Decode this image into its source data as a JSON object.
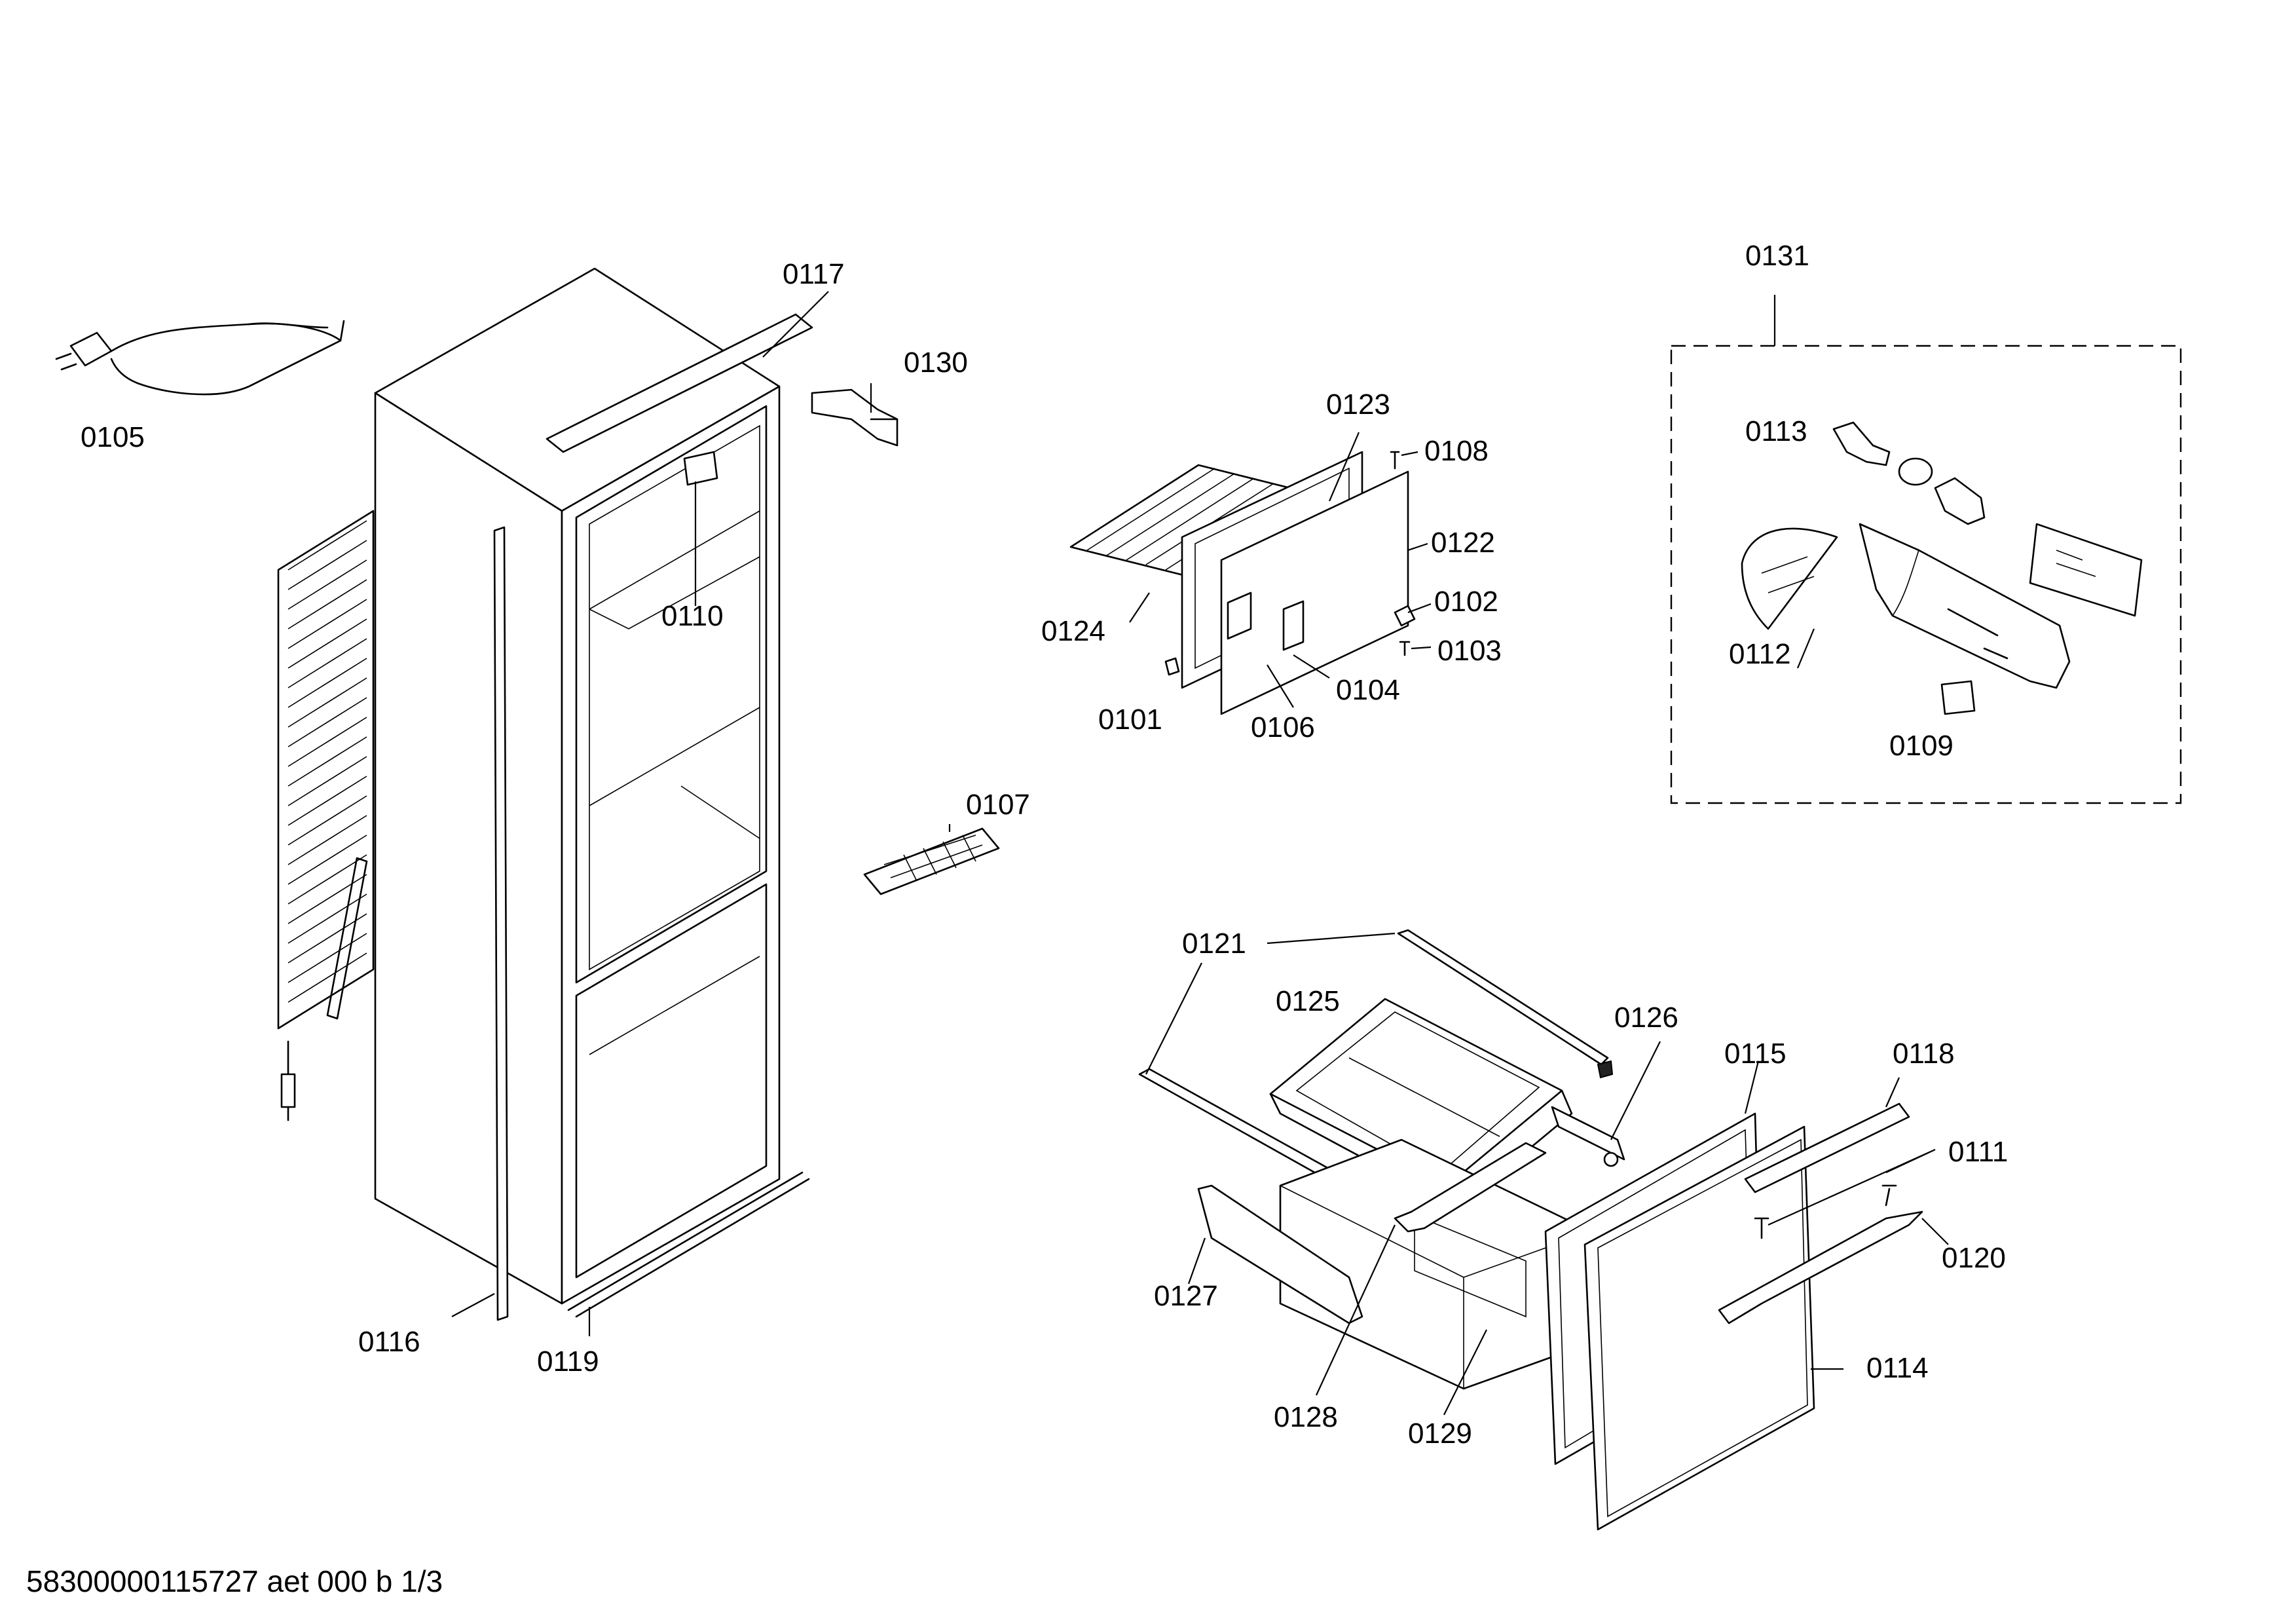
{
  "labels": {
    "p0101": "0101",
    "p0102": "0102",
    "p0103": "0103",
    "p0104": "0104",
    "p0105": "0105",
    "p0106": "0106",
    "p0107": "0107",
    "p0108": "0108",
    "p0109": "0109",
    "p0110": "0110",
    "p0111": "0111",
    "p0112": "0112",
    "p0113": "0113",
    "p0114": "0114",
    "p0115": "0115",
    "p0116": "0116",
    "p0117": "0117",
    "p0118": "0118",
    "p0119": "0119",
    "p0120": "0120",
    "p0121": "0121",
    "p0122": "0122",
    "p0123": "0123",
    "p0124": "0124",
    "p0125": "0125",
    "p0126": "0126",
    "p0127": "0127",
    "p0128": "0128",
    "p0129": "0129",
    "p0130": "0130",
    "p0131": "0131"
  },
  "footer": {
    "code": "58300000115727 aet 000 b 1/3"
  }
}
